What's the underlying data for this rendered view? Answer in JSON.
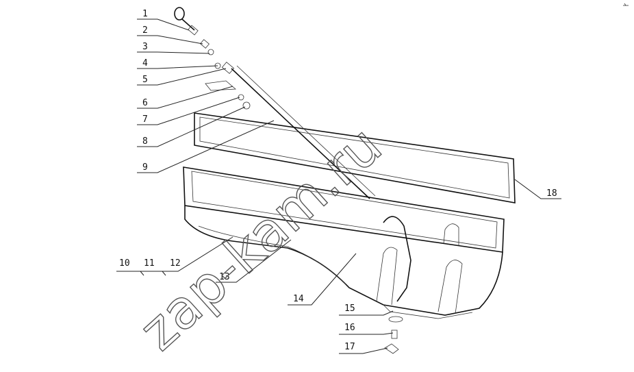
{
  "watermark": "zap-kam.ru",
  "callouts": [
    {
      "id": "1",
      "text": "1"
    },
    {
      "id": "2",
      "text": "2"
    },
    {
      "id": "3",
      "text": "3"
    },
    {
      "id": "4",
      "text": "4"
    },
    {
      "id": "5",
      "text": "5"
    },
    {
      "id": "6",
      "text": "6"
    },
    {
      "id": "7",
      "text": "7"
    },
    {
      "id": "8",
      "text": "8"
    },
    {
      "id": "9",
      "text": "9"
    },
    {
      "id": "10",
      "text": "10"
    },
    {
      "id": "11",
      "text": "11"
    },
    {
      "id": "12",
      "text": "12"
    },
    {
      "id": "13",
      "text": "13"
    },
    {
      "id": "14",
      "text": "14"
    },
    {
      "id": "15",
      "text": "15"
    },
    {
      "id": "16",
      "text": "16"
    },
    {
      "id": "17",
      "text": "17"
    },
    {
      "id": "18",
      "text": "18"
    }
  ],
  "colors": {
    "line": "#222222",
    "background": "#ffffff"
  }
}
